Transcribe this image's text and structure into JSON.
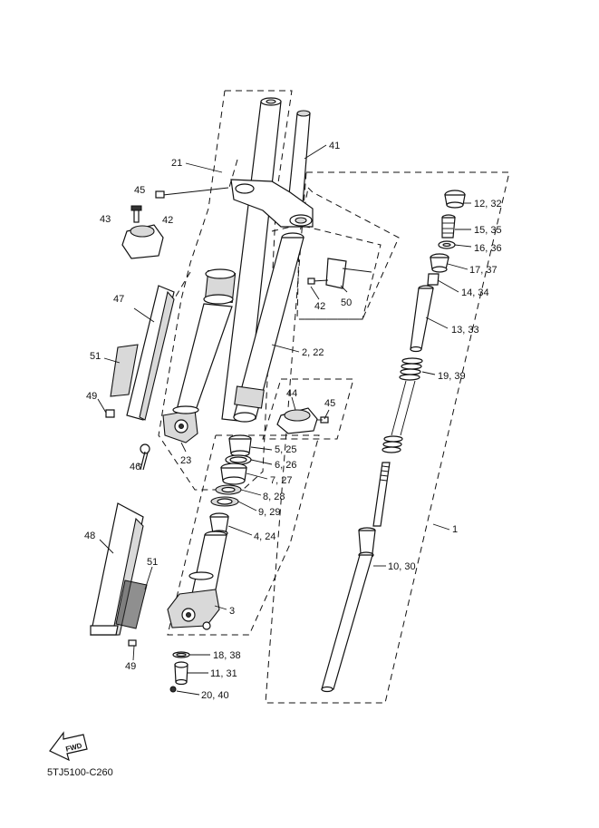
{
  "diagram_code": "5TJ5100-C260",
  "fwd_badge": "FWD",
  "labels": {
    "l21": "21",
    "l41": "41",
    "l45a": "45",
    "l42a": "42",
    "l43": "43",
    "l12": "12, 32",
    "l15": "15, 35",
    "l16": "16, 36",
    "l17": "17, 37",
    "l14": "14, 34",
    "l13": "13, 33",
    "l42b": "42",
    "l50": "50",
    "l47": "47",
    "l51a": "51",
    "l2": "2, 22",
    "l19": "19, 39",
    "l44": "44",
    "l45b": "45",
    "l49a": "49",
    "l23": "23",
    "l46": "46",
    "l5": "5, 25",
    "l6": "6, 26",
    "l7": "7, 27",
    "l8": "8, 28",
    "l9": "9, 29",
    "l4": "4, 24",
    "l1": "1",
    "l48": "48",
    "l51b": "51",
    "l10": "10, 30",
    "l3": "3",
    "l18": "18, 38",
    "l11": "11, 31",
    "l20": "20, 40",
    "l49b": "49"
  }
}
